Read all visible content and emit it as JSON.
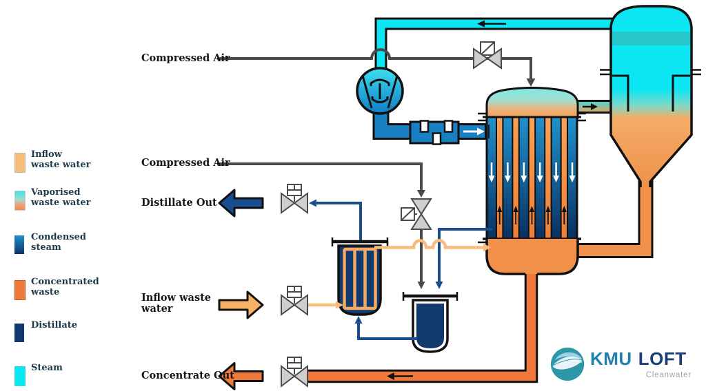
{
  "flow_labels": {
    "compressed_air_top": "Compressed Air",
    "compressed_air_mid": "Compressed Air",
    "distillate_out": "Distillate Out",
    "inflow_waste_water": {
      "line1": "Inflow waste",
      "line2": "water"
    },
    "concentrate_out": "Concentrate Out"
  },
  "legend": {
    "items": [
      {
        "line1": "Inflow",
        "line2": "waste water",
        "color": "#F8BE7D"
      },
      {
        "line1": "Vaporised",
        "line2": "waste water",
        "color_top": "#3AE6E6",
        "color_bottom": "#F28B57"
      },
      {
        "line1": "Condensed",
        "line2": "steam",
        "color_top": "#2190CC",
        "color_bottom": "#0A3468"
      },
      {
        "line1": "Concentrated",
        "line2": "waste",
        "color": "#F0793C"
      },
      {
        "line1": "Distillate",
        "line2": "",
        "color": "#12396E"
      },
      {
        "line1": "Steam",
        "line2": "",
        "color": "#06E9F2"
      }
    ]
  },
  "logo": {
    "brand_word1": "KMU",
    "brand_word2": "LOFT",
    "tagline": "Cleanwater",
    "mark_color": "#2E97A7",
    "word1_color": "#2280AC",
    "word2_color": "#1A3E78"
  },
  "palette": {
    "steam_cyan": "#0BE6F2",
    "vapor_band_teal": "#2FBFBF",
    "condensed_blue": "#1A80C4",
    "distillate_line_navy": "#1A4C90",
    "vessel_navy": "#113A6F",
    "concentrate_orange": "#F0793C",
    "inflow_light_orange": "#F6B169",
    "waste_orange": "#F19049",
    "air_line_gray": "#4A4A4A",
    "valve_gray": "#CFCFCF",
    "outline_black": "#111111"
  }
}
